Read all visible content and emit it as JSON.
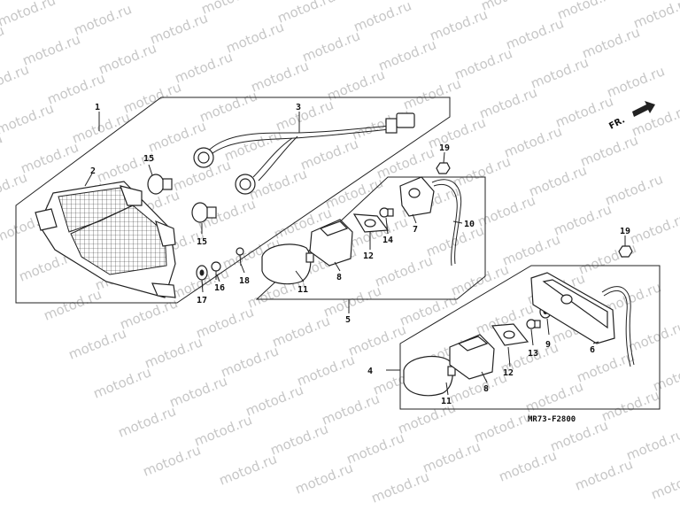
{
  "watermark": "motod.ru",
  "drawing_code": "MR73-F2800",
  "front_mark": "FR.",
  "callouts": {
    "c1": "1",
    "c2": "2",
    "c3": "3",
    "c4": "4",
    "c5": "5",
    "c6": "6",
    "c7": "7",
    "c8a": "8",
    "c8b": "8",
    "c9": "9",
    "c10": "10",
    "c11a": "11",
    "c11b": "11",
    "c12a": "12",
    "c12b": "12",
    "c13": "13",
    "c14": "14",
    "c15a": "15",
    "c15b": "15",
    "c16": "16",
    "c17": "17",
    "c18": "18",
    "c19a": "19",
    "c19b": "19"
  }
}
